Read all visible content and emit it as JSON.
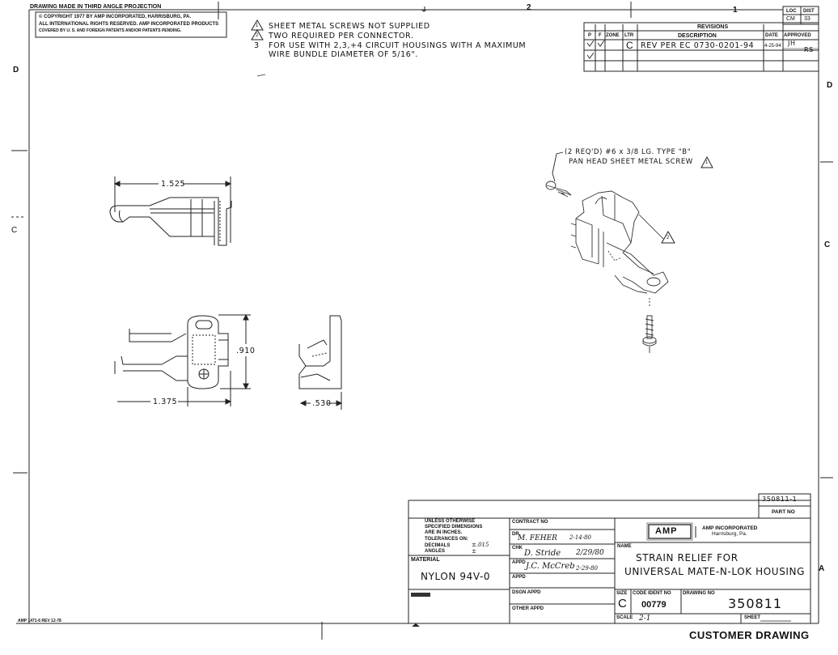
{
  "header": {
    "projection": "DRAWING MADE IN THIRD ANGLE PROJECTION",
    "copyright_1": "© COPYRIGHT 1977 BY AMP INCORPORATED, HARRISBURG, PA.",
    "copyright_2": "ALL INTERNATIONAL RIGHTS RESERVED. AMP INCORPORATED PRODUCTS",
    "copyright_3": "COVERED BY U. S. AND FOREIGN PATENTS AND/OR PATENTS PENDING."
  },
  "zones": {
    "top": [
      "2",
      "1"
    ],
    "left": [
      "D",
      "C"
    ],
    "right": [
      "D",
      "C",
      "A"
    ]
  },
  "loc_dist": {
    "loc_label": "LOC",
    "dist_label": "DIST",
    "loc": "CM",
    "dist": "33"
  },
  "notes": [
    {
      "marker": "1",
      "text": "SHEET METAL SCREWS NOT SUPPLIED"
    },
    {
      "marker": "2",
      "text": "TWO REQUIRED PER CONNECTOR."
    },
    {
      "marker": "3",
      "text": "FOR USE WITH 2,3,+4 CIRCUIT HOUSINGS WITH A MAXIMUM"
    },
    {
      "marker": "",
      "text": "WIRE BUNDLE DIAMETER OF 5/16\"."
    }
  ],
  "revisions": {
    "title": "REVISIONS",
    "cols": {
      "p": "P",
      "f": "F",
      "zone": "ZONE",
      "ltr": "LTR",
      "description": "DESCRIPTION",
      "date": "DATE",
      "approved": "APPROVED"
    },
    "row": {
      "ltr": "C",
      "description": "REV PER EC 0730-0201-94",
      "date": "4-25-94",
      "approved_1": "JH",
      "approved_2": "RS"
    }
  },
  "callouts": {
    "screw_1": "(2 REQ'D) #6 x 3/8 LG. TYPE \"B\"",
    "screw_2": "PAN HEAD SHEET METAL SCREW",
    "screw_marker": "1",
    "part_marker": "2"
  },
  "dimensions": {
    "length": "1.525",
    "width": "1.375",
    "height": ".910",
    "depth": ".530"
  },
  "title_block": {
    "part_no_value": "350811-1",
    "part_no_label": "PART NO",
    "tol_1": "UNLESS OTHERWISE",
    "tol_2": "SPECIFIED DIMENSIONS",
    "tol_3": "ARE IN INCHES.",
    "tol_4": "TOLERANCES ON:",
    "tol_5": "DECIMALS",
    "tol_6": "ANGLES",
    "tol_dec": "±.015",
    "tol_ang": "±",
    "material_label": "MATERIAL",
    "material": "NYLON 94V-0",
    "contract_label": "CONTRACT NO",
    "dr_label": "DR",
    "dr": "M. FEHER",
    "dr_date": "2-14-80",
    "chk_label": "CHK",
    "chk": "D. Stride",
    "chk_date": "2/29/80",
    "appd_label": "APPD",
    "appd": "J.C. McCreb",
    "appd_date": "2-29-80",
    "appd2_label": "APPD",
    "dsgn_label": "DSGN APPD",
    "other_label": "OTHER APPD",
    "company_logo": "AMP",
    "company_1": "AMP INCORPORATED",
    "company_2": "Harrisburg, Pa.",
    "name_label": "NAME",
    "name_1": "STRAIN RELIEF FOR",
    "name_2": "UNIVERSAL MATE-N-LOK HOUSING",
    "size_label": "SIZE",
    "size": "C",
    "code_label": "CODE IDENT NO",
    "code": "00779",
    "dwg_label": "DRAWING NO",
    "dwg_no": "350811",
    "scale_label": "SCALE",
    "scale": "2-1",
    "sheet_label": "SHEET",
    "sheet": ""
  },
  "footer": {
    "form_no": "AMP 1471-6 REV 12-78",
    "customer": "CUSTOMER DRAWING"
  }
}
